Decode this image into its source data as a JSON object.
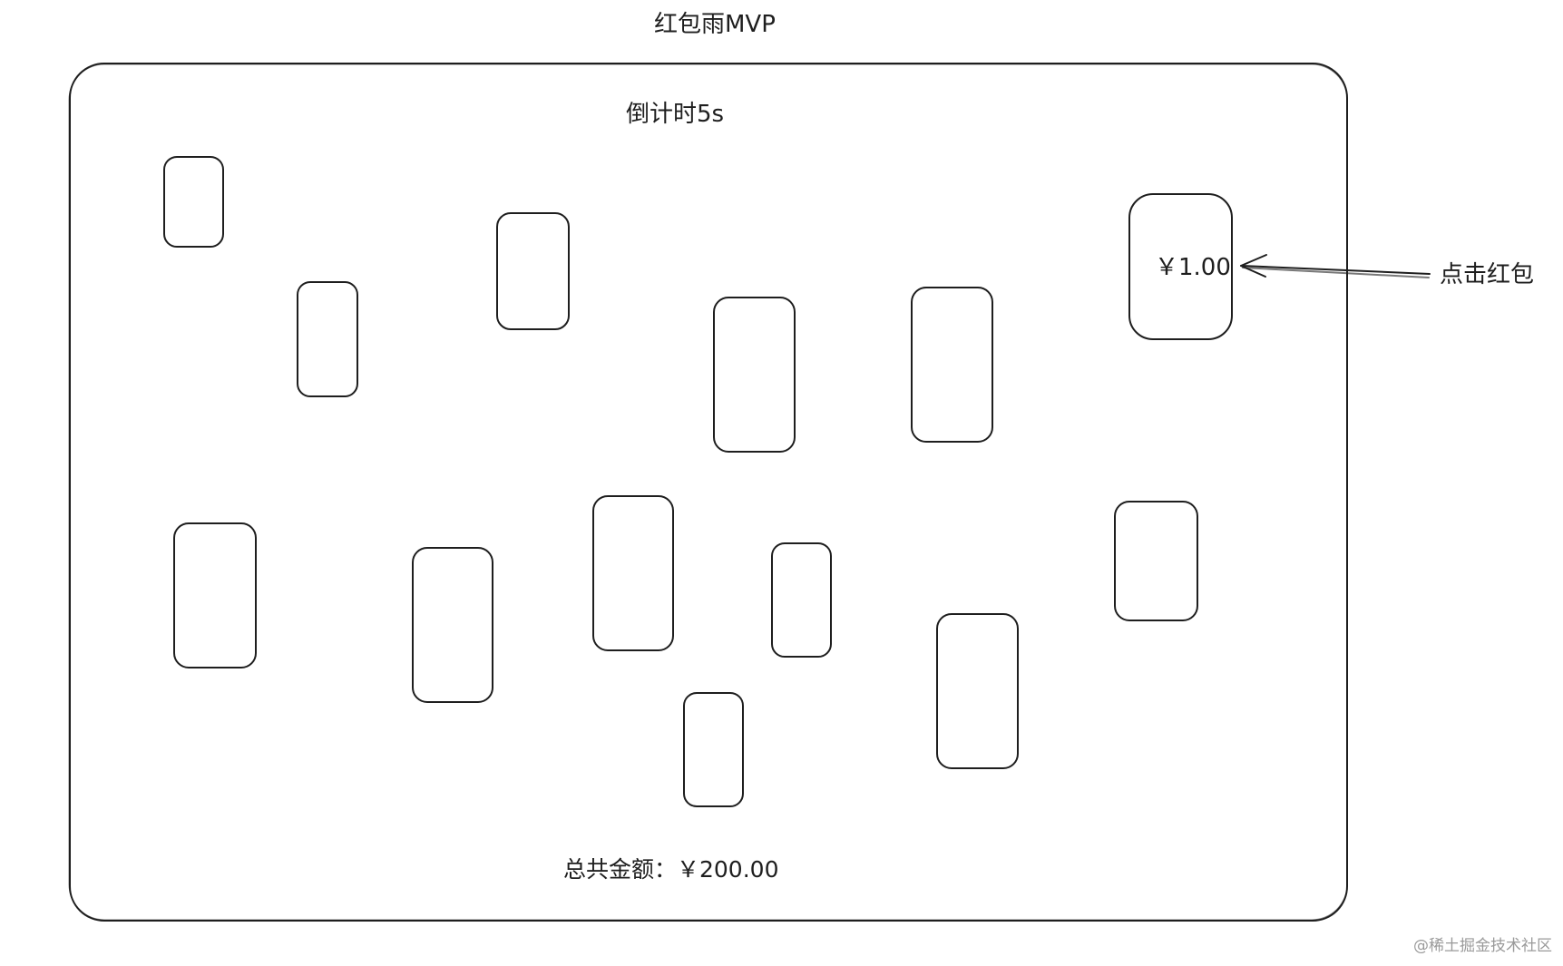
{
  "diagram": {
    "title": "红包雨MVP",
    "countdown": "倒计时5s",
    "total_amount": "总共金额：￥200.00",
    "opened_envelope_amount": "￥1.00",
    "annotation": "点击红包",
    "watermark": "@稀土掘金技术社区",
    "envelope_count": 13,
    "stroke_color": "#1e1e1e"
  }
}
